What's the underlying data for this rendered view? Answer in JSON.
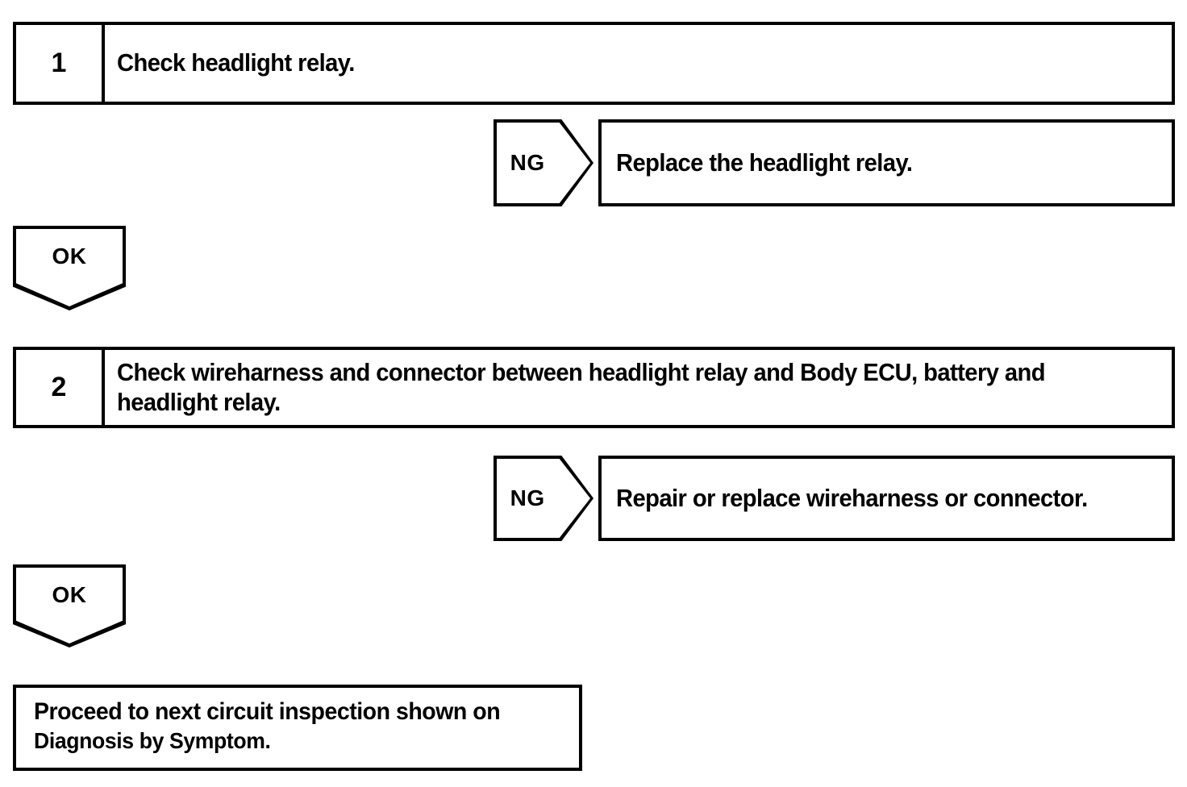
{
  "document": {
    "type": "troubleshooting-flowchart",
    "colors": {
      "line": "#000000",
      "fill": "#ffffff",
      "text": "#000000"
    }
  },
  "steps": [
    {
      "number": "1",
      "text": "Check headlight relay."
    },
    {
      "number": "2",
      "text": "Check wireharness and connector between headlight relay and Body ECU, battery and headlight relay."
    }
  ],
  "branches": [
    {
      "label": "NG",
      "result": "Replace the headlight relay."
    },
    {
      "label": "NG",
      "result": "Repair or replace wireharness or connector."
    }
  ],
  "ok_connectors": [
    {
      "label": "OK"
    },
    {
      "label": "OK"
    }
  ],
  "terminal": {
    "line1": "Proceed to next circuit inspection shown on",
    "line2": "Diagnosis by Symptom."
  }
}
